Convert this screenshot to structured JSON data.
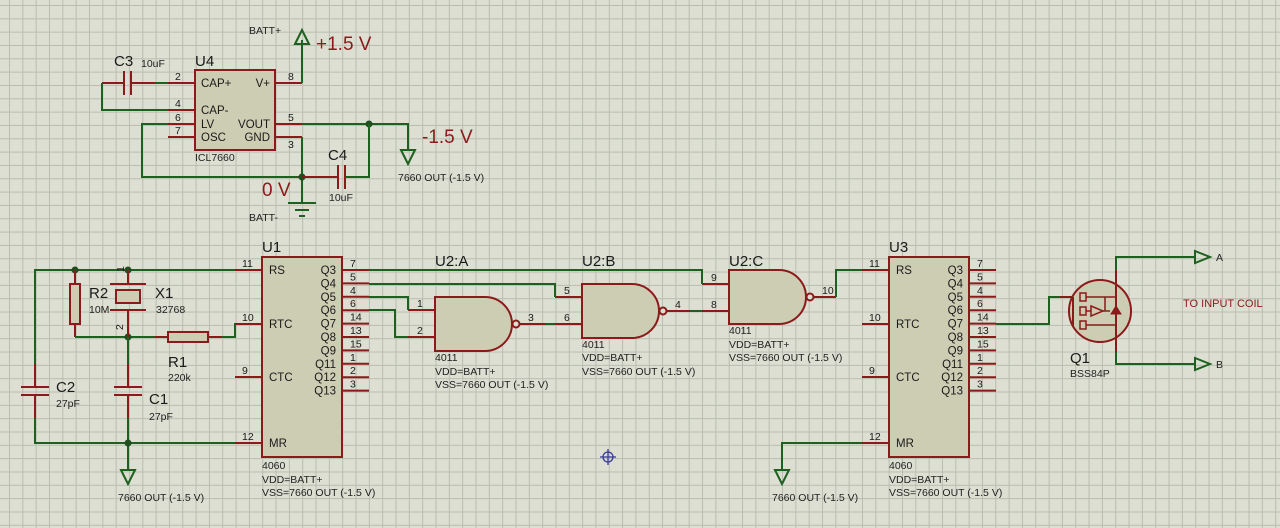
{
  "u4": {
    "ref": "U4",
    "value": "ICL7660",
    "pins_left": [
      {
        "name": "CAP+",
        "num": "2"
      },
      {
        "name": "CAP-",
        "num": "4"
      },
      {
        "name": "LV",
        "num": "6"
      },
      {
        "name": "OSC",
        "num": "7"
      }
    ],
    "pins_right": [
      {
        "name": "V+",
        "num": "8"
      },
      {
        "name": "VOUT",
        "num": "5"
      },
      {
        "name": "GND",
        "num": "3"
      }
    ]
  },
  "c3": {
    "ref": "C3",
    "value": "10uF"
  },
  "c4": {
    "ref": "C4",
    "value": "10uF"
  },
  "power": {
    "batt_plus": "BATT+",
    "batt_minus": "BATT-",
    "plus_label": "+1.5 V",
    "minus_label": "-1.5 V",
    "zero_label": "0 V",
    "vout_net": "7660 OUT (-1.5 V)"
  },
  "r1": {
    "ref": "R1",
    "value": "220k"
  },
  "r2": {
    "ref": "R2",
    "value": "10M"
  },
  "x1": {
    "ref": "X1",
    "value": "32768",
    "pin1": "1",
    "pin2": "2"
  },
  "c1": {
    "ref": "C1",
    "value": "27pF"
  },
  "c2": {
    "ref": "C2",
    "value": "27pF"
  },
  "counter_pins": {
    "left": [
      {
        "name": "RS",
        "num": "11"
      },
      {
        "name": "RTC",
        "num": "10"
      },
      {
        "name": "CTC",
        "num": "9"
      },
      {
        "name": "MR",
        "num": "12"
      }
    ],
    "right": [
      {
        "name": "Q3",
        "num": "7"
      },
      {
        "name": "Q4",
        "num": "5"
      },
      {
        "name": "Q5",
        "num": "4"
      },
      {
        "name": "Q6",
        "num": "6"
      },
      {
        "name": "Q7",
        "num": "14"
      },
      {
        "name": "Q8",
        "num": "13"
      },
      {
        "name": "Q9",
        "num": "15"
      },
      {
        "name": "Q11",
        "num": "1"
      },
      {
        "name": "Q12",
        "num": "2"
      },
      {
        "name": "Q13",
        "num": "3"
      }
    ]
  },
  "u1": {
    "ref": "U1",
    "value": "4060",
    "vdd": "VDD=BATT+",
    "vss": "VSS=7660 OUT (-1.5 V)"
  },
  "u3": {
    "ref": "U3",
    "value": "4060",
    "vdd": "VDD=BATT+",
    "vss": "VSS=7660 OUT (-1.5 V)"
  },
  "u2a": {
    "ref": "U2:A",
    "value": "4011",
    "vdd": "VDD=BATT+",
    "vss": "VSS=7660 OUT (-1.5 V)",
    "in1": "1",
    "in2": "2",
    "out": "3"
  },
  "u2b": {
    "ref": "U2:B",
    "value": "4011",
    "vdd": "VDD=BATT+",
    "vss": "VSS=7660 OUT (-1.5 V)",
    "in1": "5",
    "in2": "6",
    "out": "4"
  },
  "u2c": {
    "ref": "U2:C",
    "value": "4011",
    "vdd": "VDD=BATT+",
    "vss": "VSS=7660 OUT (-1.5 V)",
    "in1": "9",
    "in2": "8",
    "out": "10"
  },
  "q1": {
    "ref": "Q1",
    "value": "BSS84P"
  },
  "outputs": {
    "a": "A",
    "b": "B",
    "note": "TO INPUT COIL"
  },
  "colors": {
    "background": "#dcdfd2",
    "grid": "#b9bdb0",
    "wire": "#1f5f1f",
    "pin": "#8b1a1a",
    "body": "#cdcdb4",
    "label_red": "#8b1a1a",
    "cursor": "#3a3a9a"
  }
}
